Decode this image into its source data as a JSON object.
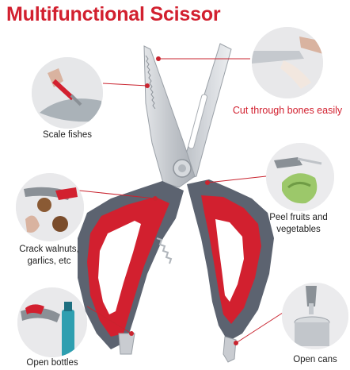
{
  "title": "Multifunctional Scissor",
  "features": {
    "scale_fishes": "Scale fishes",
    "cut_bones": "Cut through bones easily",
    "crack_walnuts_line1": "Crack walnuts,",
    "crack_walnuts_line2": "garlics, etc",
    "peel_fruits_line1": "Peel fruits and",
    "peel_fruits_line2": "vegetables",
    "open_bottles": "Open bottles",
    "open_cans": "Open cans"
  },
  "colors": {
    "accent": "#d2202f",
    "handle_gray": "#5c6370",
    "blade": "#c9ccd1"
  }
}
